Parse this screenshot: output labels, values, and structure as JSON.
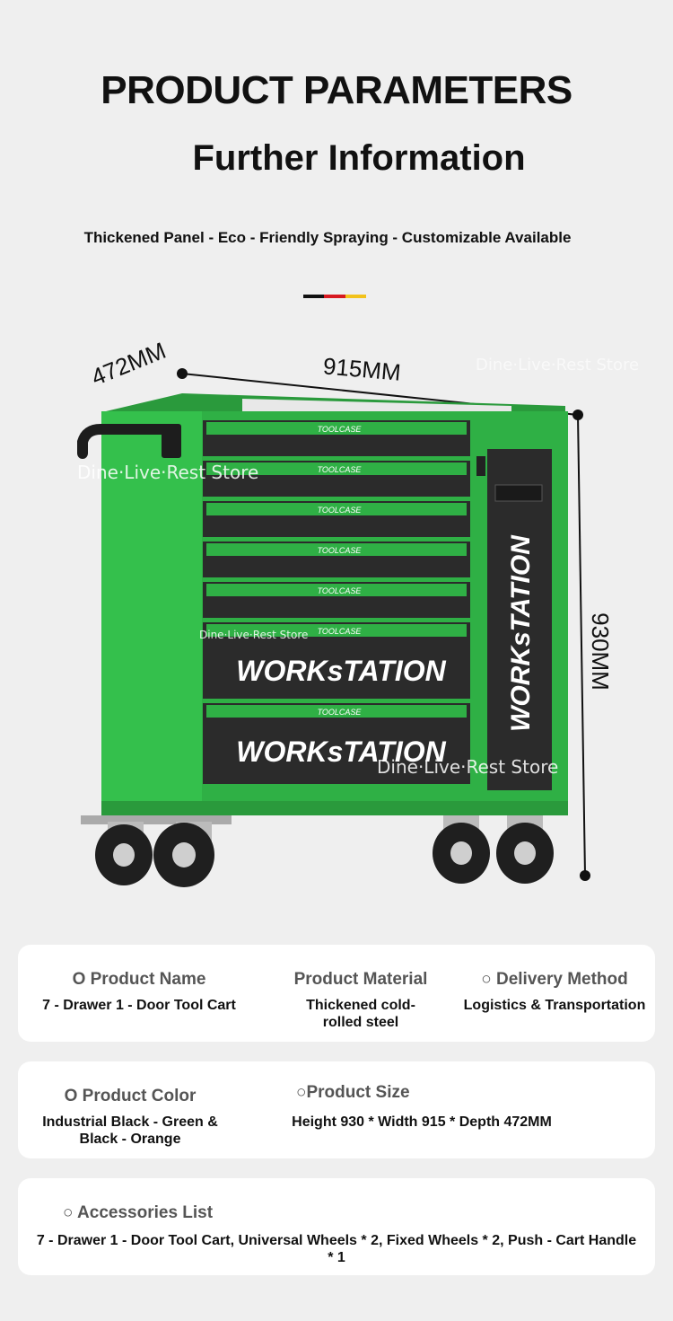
{
  "header": {
    "title": "PRODUCT PARAMETERS",
    "subtitle": "Further Information",
    "tagline": "Thickened Panel - Eco - Friendly Spraying - Customizable Available",
    "flag_colors": [
      "#111111",
      "#d71920",
      "#f2c21b"
    ]
  },
  "product_image": {
    "depth_label": "472MM",
    "width_label": "915MM",
    "height_label": "930MM",
    "watermarks": [
      "Dine·Live·Rest Store",
      "Dine·Live·Rest Store",
      "Dine·Live·Rest Store",
      "Dine·Live·Rest Store"
    ],
    "drawer_label": "TOOLCASE",
    "brand_text": "WORKsTATION",
    "body_color": "#2fb045",
    "drawer_color": "#2b2b2b"
  },
  "specs": {
    "product_name": {
      "label": "O Product Name",
      "value": "7 - Drawer 1 - Door Tool Cart"
    },
    "product_material": {
      "label": "Product Material",
      "value": "Thickened cold-rolled steel"
    },
    "delivery_method": {
      "label": "○ Delivery Method",
      "value": "Logistics & Transportation"
    },
    "product_color": {
      "label": "O Product Color",
      "value": "Industrial Black - Green & Black - Orange"
    },
    "product_size": {
      "label": "○Product Size",
      "value": "Height 930 * Width 915 * Depth 472MM"
    },
    "accessories": {
      "label": "○ Accessories List",
      "value": "7 - Drawer 1 - Door Tool Cart, Universal Wheels * 2, Fixed Wheels * 2, Push - Cart Handle * 1"
    }
  }
}
